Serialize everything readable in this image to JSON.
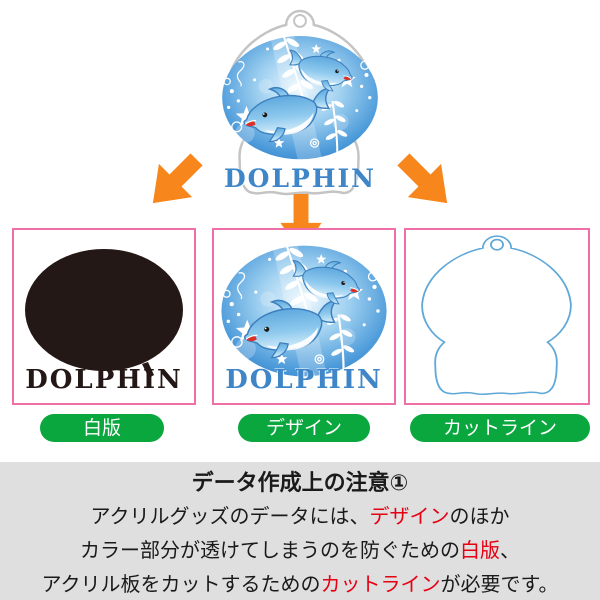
{
  "product": {
    "name": "DOLPHIN"
  },
  "labels": {
    "white_plate": "白版",
    "design": "デザイン",
    "cutline": "カットライン"
  },
  "note": {
    "title": "データ作成上の注意①",
    "line1_pre": "アクリルグッズのデータには、",
    "line1_red": "デザイン",
    "line1_post": "のほか",
    "line2_pre": "カラー部分が透けてしまうのを防ぐための",
    "line2_red": "白版",
    "line2_post": "、",
    "line3_pre": "アクリル板をカットするための",
    "line3_red": "カットライン",
    "line3_post": "が必要です。"
  },
  "icons": {
    "arrow_down": "orange solid down arrow",
    "arrow_down_left": "orange solid diagonal arrow",
    "arrow_down_right": "orange solid diagonal arrow"
  },
  "colors": {
    "arrow_orange": "#F7871C",
    "box_border_pink": "#EF6FA8",
    "label_green": "#0AA73E",
    "note_bg": "#DFDFDF",
    "highlight_red": "#E60012",
    "design_blue": "#3E8FD0",
    "white_plate_black": "#231815",
    "cutline_blue": "#5FA8D8"
  }
}
